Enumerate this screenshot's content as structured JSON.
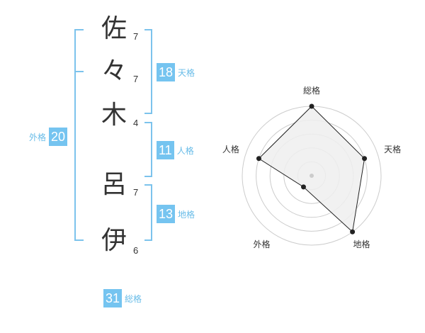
{
  "name": {
    "chars": [
      {
        "char": "佐",
        "strokes": "7"
      },
      {
        "char": "々",
        "strokes": "7"
      },
      {
        "char": "木",
        "strokes": "4"
      },
      {
        "char": "呂",
        "strokes": "7"
      },
      {
        "char": "伊",
        "strokes": "6"
      }
    ]
  },
  "fortunes": {
    "tenkaku": {
      "value": "18",
      "label": "天格"
    },
    "jinkaku": {
      "value": "11",
      "label": "人格"
    },
    "chikaku": {
      "value": "13",
      "label": "地格"
    },
    "gaikaku": {
      "value": "20",
      "label": "外格"
    },
    "soukaku": {
      "value": "31",
      "label": "総格"
    }
  },
  "chart_data": {
    "type": "radar",
    "axes": [
      "総格",
      "天格",
      "地格",
      "外格",
      "人格"
    ],
    "values": [
      5,
      4,
      5,
      1,
      4
    ],
    "max": 5,
    "rings": 5,
    "line_color": "#222222",
    "fill_color": "#eeeeee",
    "grid_color": "#cccccc"
  },
  "colors": {
    "accent": "#75c4f0",
    "label": "#68bce8"
  }
}
